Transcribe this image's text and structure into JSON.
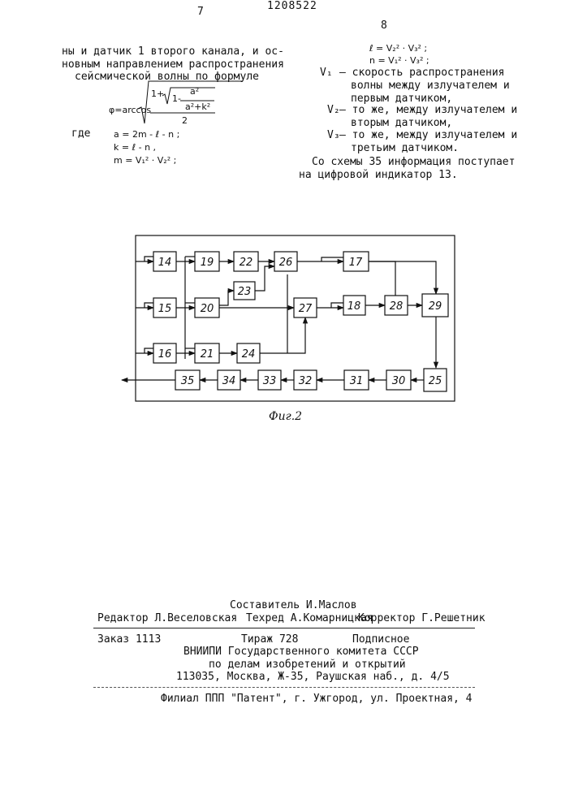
{
  "header": {
    "page_left": "7",
    "page_right": "8",
    "doc_number": "1208522"
  },
  "left_column": {
    "lines": [
      "ны и датчик 1 второго канала, и ос-",
      "новным направлением распространения",
      "сейсмической волны по формуле"
    ],
    "formula_main_lhs": "φ=arccos",
    "formula_num_1": "1+",
    "formula_num_inner": "1-",
    "formula_frac_top": "a²",
    "formula_frac_bottom": "a²+k²",
    "formula_den": "2",
    "where_label": "где",
    "def_a": "a = 2m - ℓ - n ;",
    "def_k": "k = ℓ - n ,",
    "def_m": "m = V₁² · V₂² ;"
  },
  "right_column": {
    "def_l": "ℓ = V₂² · V₃² ;",
    "def_n": "n = V₁² · V₃² ;",
    "v1_symbol": "V₁",
    "v1_line1": "– скорость распространения",
    "v1_line2": "волны между излучателем и",
    "v1_line3": "первым датчиком,",
    "v2_symbol": "V₂",
    "v2_line1": "– то же, между излучателем и",
    "v2_line2": "вторым датчиком,",
    "v3_symbol": "V₃",
    "v3_line1": "– то же, между излучателем и",
    "v3_line2": "третьим датчиком.",
    "para_line1": "Со схемы 35 информация поступает",
    "para_line2": "на цифровой индикатор 13."
  },
  "diagram": {
    "caption": "Фиг.2",
    "blocks": [
      "14",
      "15",
      "16",
      "19",
      "20",
      "21",
      "22",
      "23",
      "24",
      "26",
      "27",
      "17",
      "18",
      "28",
      "29",
      "25",
      "30",
      "31",
      "32",
      "33",
      "34",
      "35"
    ]
  },
  "footer": {
    "compiler": "Составитель И.Маслов",
    "editor": "Редактор Л.Веселовская",
    "techred": "Техред А.Комарницкая",
    "corrector": "Корректор Г.Решетник",
    "order": "Заказ 1113",
    "circulation": "Тираж 728",
    "subscription": "Подписное",
    "org1": "ВНИИПИ Государственного комитета СССР",
    "org2": "по делам изобретений и открытий",
    "address": "113035, Москва, Ж-35, Раушская наб., д. 4/5",
    "branch": "Филиал ППП \"Патент\", г. Ужгород, ул. Проектная, 4"
  }
}
